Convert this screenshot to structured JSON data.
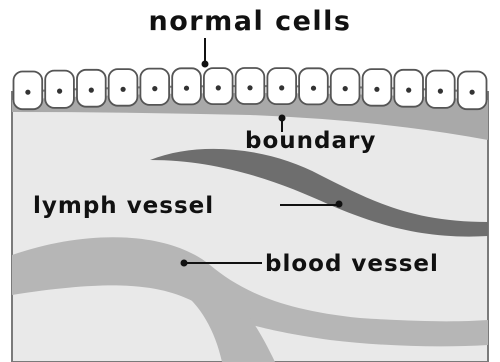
{
  "labels": {
    "normal_cells": "normal cells",
    "boundary": "boundary",
    "lymph_vessel": "lymph vessel",
    "blood_vessel": "blood vessel"
  },
  "colors": {
    "tissue": "#e9e9e9",
    "tissue_edge": "#7a7a7a",
    "cell_fill": "#ffffff",
    "cell_stroke": "#555555",
    "nucleus": "#333333",
    "boundary_layer": "#a9a9a9",
    "lymph_vessel": "#6e6e6e",
    "blood_vessel": "#b6b6b6",
    "text": "#111111"
  },
  "cell_count": 15
}
